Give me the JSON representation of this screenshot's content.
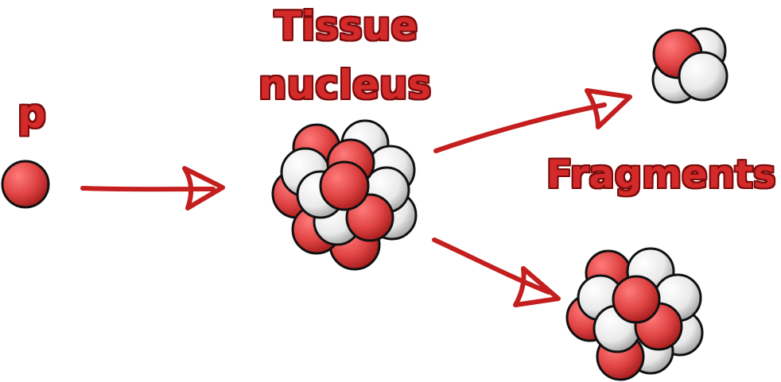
{
  "labels": {
    "projectile": "p",
    "target_line1": "Tissue",
    "target_line2": "nucleus",
    "products": "Fragments"
  },
  "colors": {
    "accent": "#d42a2a",
    "outline": "#7a0c0c",
    "proton": "#e04444",
    "neutron": "#f2f2f2"
  }
}
